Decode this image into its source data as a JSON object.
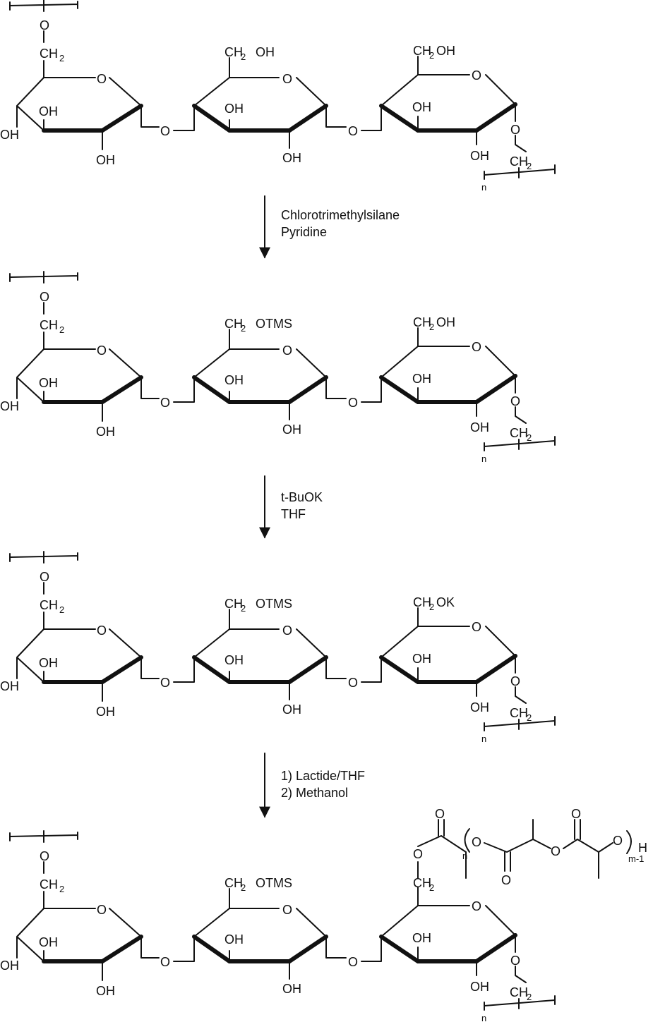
{
  "labels": {
    "o": "O",
    "oh": "OH",
    "ch": "CH",
    "two": "2",
    "n": "n",
    "sub_ch2oh": "OH",
    "sub_ch2otms": "OTMS",
    "sub_ch2ok": "OK",
    "chain_m1": "m-1",
    "chain_n": "n",
    "chain_h": "H"
  },
  "steps": [
    {
      "line1": "Chlorotrimethylsilane",
      "line2": "Pyridine"
    },
    {
      "line1": "t-BuOK",
      "line2": "THF"
    },
    {
      "line1": "1) Lactide/THF",
      "line2": "2) Methanol"
    }
  ],
  "colors": {
    "ink": "#111111",
    "background": "#ffffff"
  }
}
